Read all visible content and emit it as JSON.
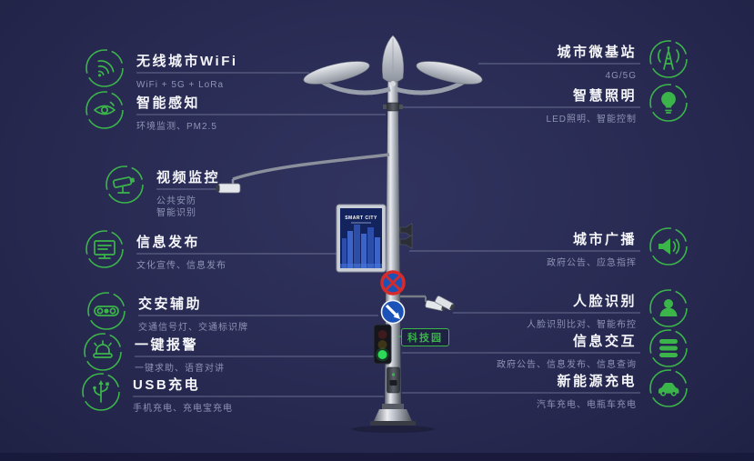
{
  "canvas": {
    "background": "#282a52",
    "accent_green": "#3bb54a"
  },
  "pole": {
    "billboard_title": "SMART CITY",
    "tag": "科技园"
  },
  "left_features": [
    {
      "icon": "wifi-icon",
      "title": "无线城市WiFi",
      "desc": "WiFi + 5G + LoRa"
    },
    {
      "icon": "sensing-icon",
      "title": "智能感知",
      "desc": "环境监测、PM2.5"
    },
    {
      "icon": "cctv-camera-icon",
      "title": "视频监控",
      "desc": "公共安防\n智能识别"
    },
    {
      "icon": "screen-icon",
      "title": "信息发布",
      "desc": "文化宣传、信息发布"
    },
    {
      "icon": "traffic-signal-icon",
      "title": "交安辅助",
      "desc": "交通信号灯、交通标识牌"
    },
    {
      "icon": "alarm-icon",
      "title": "一键报警",
      "desc": "一键求助、语音对讲"
    },
    {
      "icon": "usb-icon",
      "title": "USB充电",
      "desc": "手机充电、充电宝充电"
    }
  ],
  "right_features": [
    {
      "icon": "antenna-icon",
      "title": "城市微基站",
      "desc": "4G/5G"
    },
    {
      "icon": "bulb-icon",
      "title": "智慧照明",
      "desc": "LED照明、智能控制"
    },
    {
      "icon": "speaker-icon",
      "title": "城市广播",
      "desc": "政府公告、应急指挥"
    },
    {
      "icon": "face-icon",
      "title": "人脸识别",
      "desc": "人脸识别比对、智能布控"
    },
    {
      "icon": "interaction-icon",
      "title": "信息交互",
      "desc": "政府公告、信息发布、信息查询"
    },
    {
      "icon": "ev-car-icon",
      "title": "新能源充电",
      "desc": "汽车充电、电瓶车充电"
    }
  ]
}
